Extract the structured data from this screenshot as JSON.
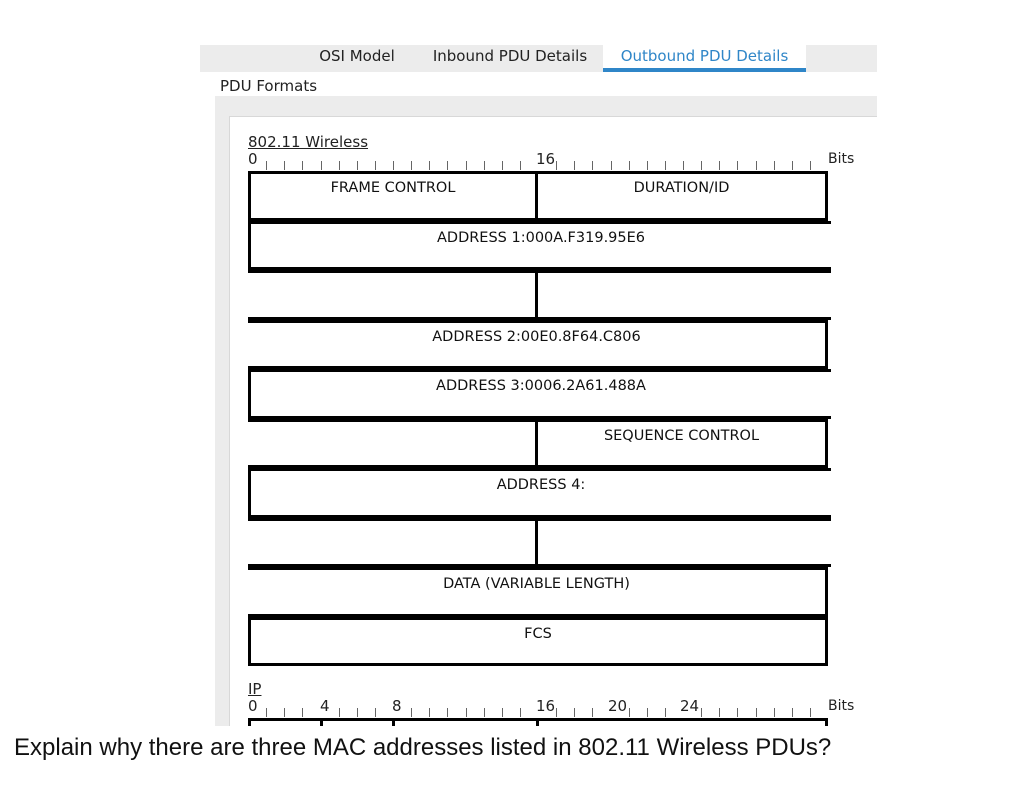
{
  "tabs": [
    {
      "label": "OSI Model",
      "active": false
    },
    {
      "label": "Inbound PDU Details",
      "active": false
    },
    {
      "label": "Outbound PDU Details",
      "active": true
    }
  ],
  "pdu_formats_label": "PDU Formats",
  "wireless": {
    "title": "802.11 Wireless",
    "ruler": {
      "start_label": "0",
      "mid_label": "16",
      "unit_label": "Bits"
    },
    "fields": {
      "frame_control": "FRAME CONTROL",
      "duration_id": "DURATION/ID",
      "address1": "ADDRESS 1:000A.F319.95E6",
      "address2": "ADDRESS 2:00E0.8F64.C806",
      "address3": "ADDRESS 3:0006.2A61.488A",
      "sequence_control": "SEQUENCE CONTROL",
      "address4": "ADDRESS 4:",
      "data": "DATA (VARIABLE LENGTH)",
      "fcs": "FCS"
    }
  },
  "ip": {
    "title": "IP",
    "ruler": {
      "labels": [
        "0",
        "4",
        "8",
        "16",
        "20",
        "24"
      ],
      "unit_label": "Bits"
    }
  },
  "question": "Explain why there are three MAC addresses listed in 802.11 Wireless PDUs?"
}
